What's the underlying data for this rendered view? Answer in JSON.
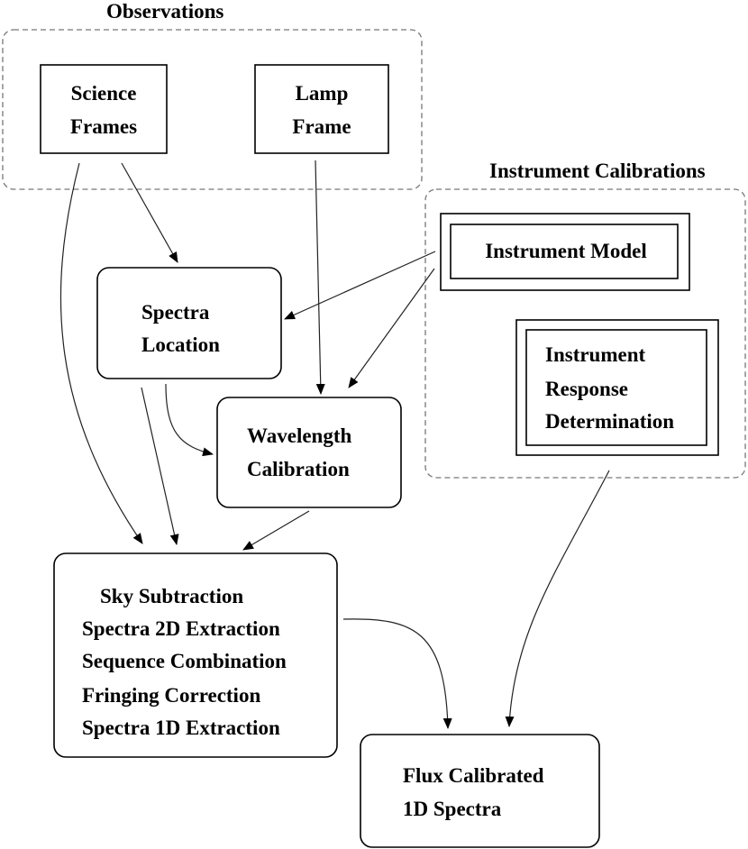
{
  "groups": {
    "observations": "Observations",
    "instrument_calibrations": "Instrument Calibrations"
  },
  "nodes": {
    "science_frames": [
      "Science",
      "Frames"
    ],
    "lamp_frame": [
      "Lamp",
      "Frame"
    ],
    "instrument_model": [
      "Instrument Model"
    ],
    "instrument_response": [
      "Instrument",
      "Response",
      "Determination"
    ],
    "spectra_location": [
      "Spectra",
      "Location"
    ],
    "wavelength_calibration": [
      "Wavelength",
      "Calibration"
    ],
    "reduction_steps": [
      "Sky Subtraction",
      "Spectra 2D Extraction",
      "Sequence Combination",
      "Fringing Correction",
      "Spectra 1D Extraction"
    ],
    "flux_calibrated": [
      "Flux Calibrated",
      "1D Spectra"
    ]
  },
  "edges": [
    {
      "from": "science_frames",
      "to": "spectra_location"
    },
    {
      "from": "science_frames",
      "to": "reduction_steps"
    },
    {
      "from": "lamp_frame",
      "to": "wavelength_calibration"
    },
    {
      "from": "instrument_model",
      "to": "spectra_location"
    },
    {
      "from": "instrument_model",
      "to": "wavelength_calibration"
    },
    {
      "from": "spectra_location",
      "to": "wavelength_calibration"
    },
    {
      "from": "spectra_location",
      "to": "reduction_steps"
    },
    {
      "from": "wavelength_calibration",
      "to": "reduction_steps"
    },
    {
      "from": "reduction_steps",
      "to": "flux_calibrated"
    },
    {
      "from": "instrument_response",
      "to": "flux_calibrated"
    }
  ]
}
